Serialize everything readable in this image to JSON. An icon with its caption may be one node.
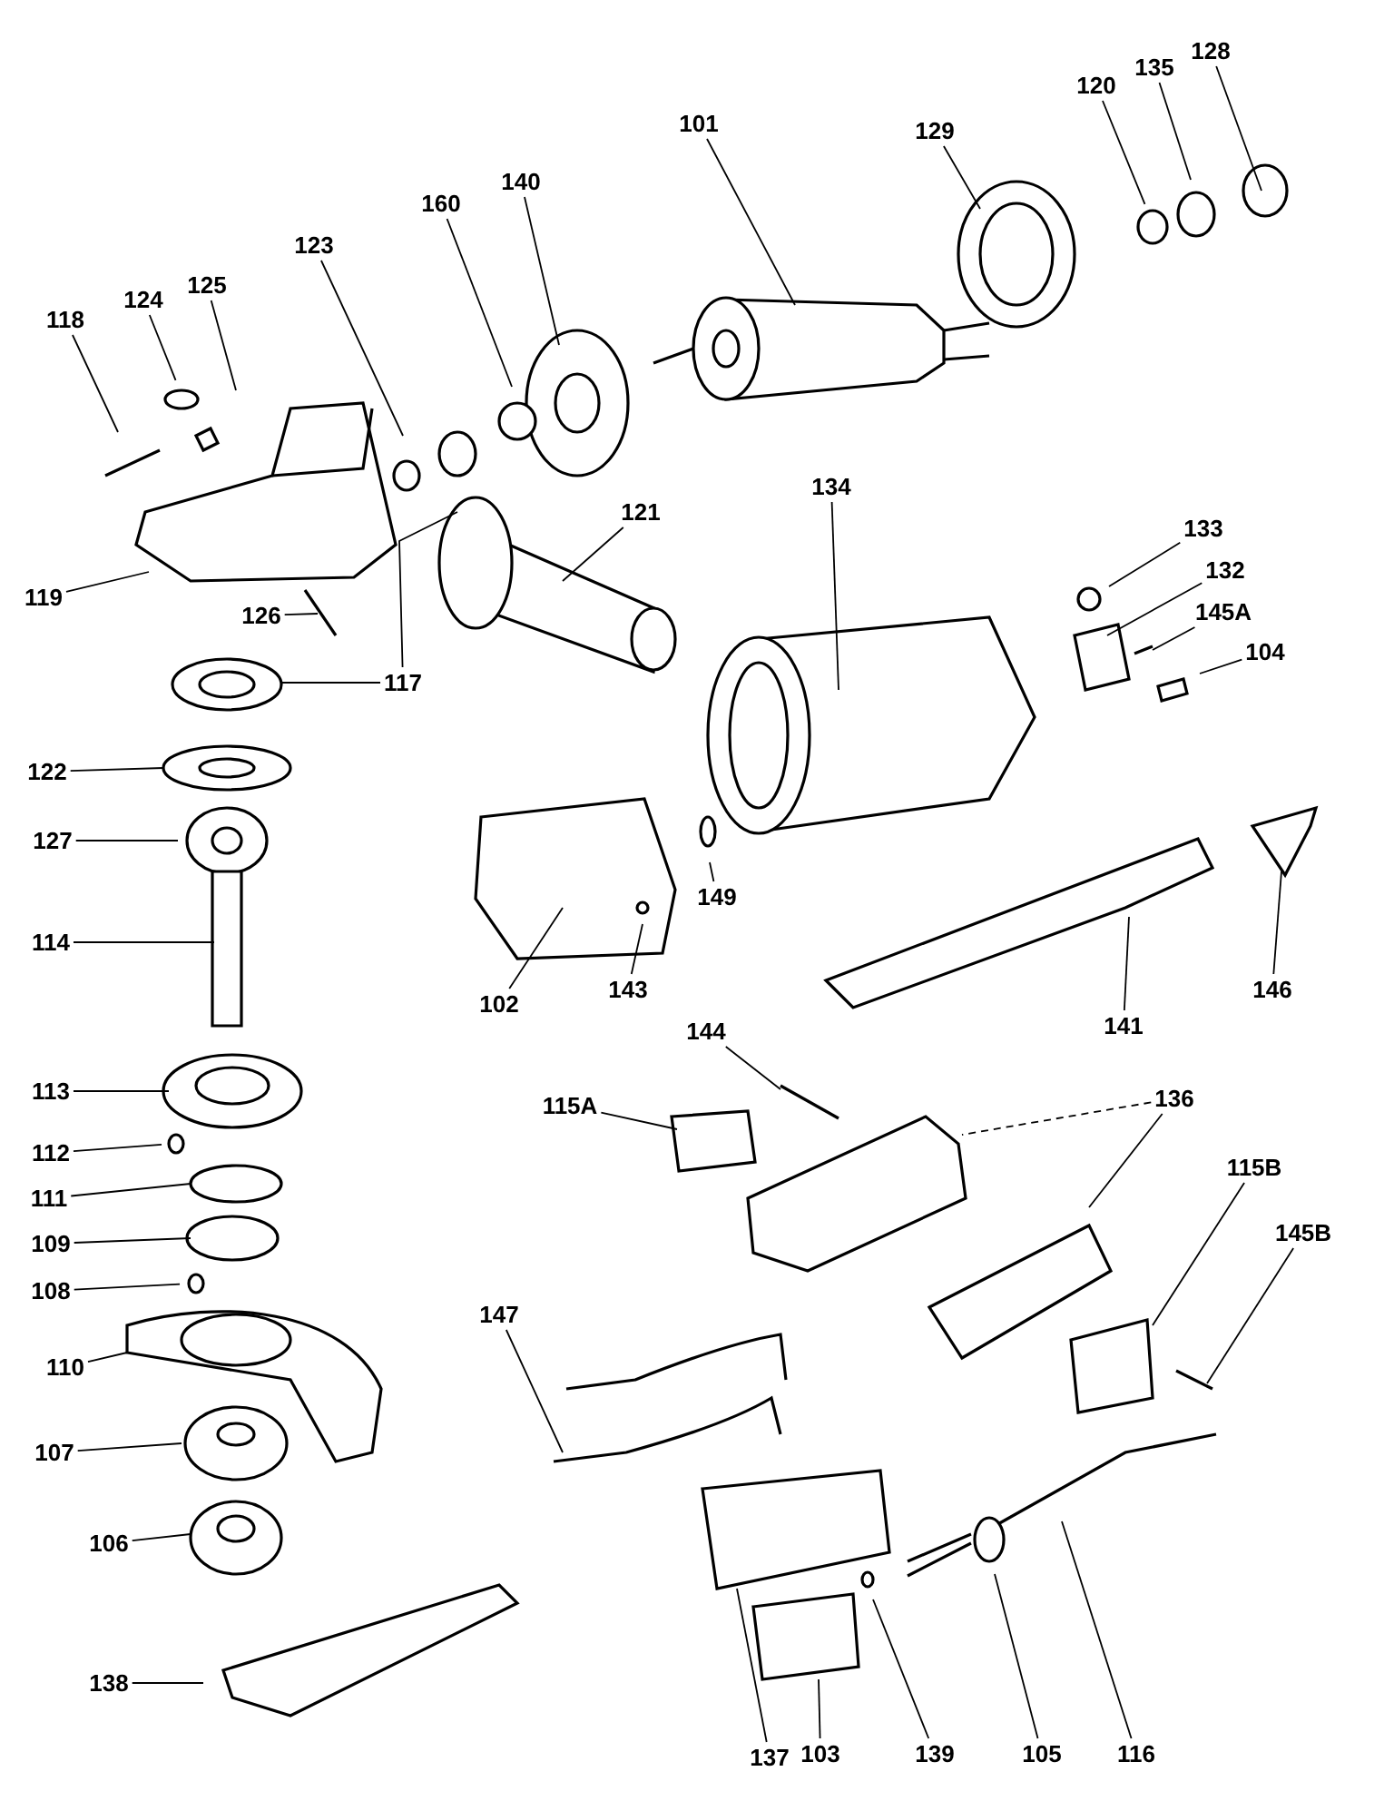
{
  "diagram": {
    "nodes": [
      {
        "text": [
          "128"
        ]
      },
      {
        "text": [
          "135"
        ]
      },
      {
        "text": [
          "120"
        ]
      },
      {
        "text": [
          "101"
        ]
      },
      {
        "text": [
          "129"
        ]
      },
      {
        "text": [
          "140"
        ]
      },
      {
        "text": [
          "160"
        ]
      },
      {
        "text": [
          "123"
        ]
      },
      {
        "text": [
          "125"
        ]
      },
      {
        "text": [
          "124"
        ]
      },
      {
        "text": [
          "118"
        ]
      },
      {
        "text": [
          "134"
        ]
      },
      {
        "text": [
          "121"
        ]
      },
      {
        "text": [
          "133"
        ]
      },
      {
        "text": [
          "132"
        ]
      },
      {
        "text": [
          "119"
        ]
      },
      {
        "text": [
          "145A"
        ]
      },
      {
        "text": [
          "126"
        ]
      },
      {
        "text": [
          "104"
        ]
      },
      {
        "text": [
          "117"
        ]
      },
      {
        "text": [
          "122"
        ]
      },
      {
        "text": [
          "127"
        ]
      },
      {
        "text": [
          "149"
        ]
      },
      {
        "text": [
          "114"
        ]
      },
      {
        "text": [
          "146"
        ]
      },
      {
        "text": [
          "143"
        ]
      },
      {
        "text": [
          "102"
        ]
      },
      {
        "text": [
          "141"
        ]
      },
      {
        "text": [
          "144"
        ]
      },
      {
        "text": [
          "113"
        ]
      },
      {
        "text": [
          "136"
        ]
      },
      {
        "text": [
          "115A"
        ]
      },
      {
        "text": [
          "112"
        ]
      },
      {
        "text": [
          "115B"
        ]
      },
      {
        "text": [
          "111"
        ]
      },
      {
        "text": [
          "145B"
        ]
      },
      {
        "text": [
          "109"
        ]
      },
      {
        "text": [
          "108"
        ]
      },
      {
        "text": [
          "147"
        ]
      },
      {
        "text": [
          "110"
        ]
      },
      {
        "text": [
          "107"
        ]
      },
      {
        "text": [
          "106"
        ]
      },
      {
        "text": [
          "138"
        ]
      },
      {
        "text": [
          "137"
        ]
      },
      {
        "text": [
          "103"
        ]
      },
      {
        "text": [
          "139"
        ]
      },
      {
        "text": [
          "105"
        ]
      },
      {
        "text": [
          "116"
        ]
      }
    ],
    "edges": [
      {
        "from": 0,
        "to": null,
        "arrow": "none"
      },
      {
        "from": 1,
        "to": null,
        "arrow": "none"
      },
      {
        "from": 2,
        "to": null,
        "arrow": "none"
      },
      {
        "from": 3,
        "to": null,
        "arrow": "none"
      },
      {
        "from": 4,
        "to": null,
        "arrow": "none"
      },
      {
        "from": 5,
        "to": null,
        "arrow": "none"
      },
      {
        "from": 6,
        "to": null,
        "arrow": "none"
      },
      {
        "from": 7,
        "to": null,
        "arrow": "none"
      },
      {
        "from": 8,
        "to": null,
        "arrow": "none"
      },
      {
        "from": 9,
        "to": null,
        "arrow": "none"
      },
      {
        "from": 10,
        "to": null,
        "arrow": "none"
      },
      {
        "from": 11,
        "to": null,
        "arrow": "none"
      },
      {
        "from": 12,
        "to": null,
        "arrow": "none"
      },
      {
        "from": 13,
        "to": null,
        "arrow": "none"
      },
      {
        "from": 14,
        "to": null,
        "arrow": "none"
      },
      {
        "from": 15,
        "to": null,
        "arrow": "none"
      },
      {
        "from": 16,
        "to": null,
        "arrow": "none"
      },
      {
        "from": 17,
        "to": null,
        "arrow": "none"
      },
      {
        "from": 18,
        "to": null,
        "arrow": "none"
      },
      {
        "from": 19,
        "to": null,
        "arrow": "none"
      },
      {
        "from": 19,
        "to": null,
        "arrow": "none"
      },
      {
        "from": 20,
        "to": null,
        "arrow": "none"
      },
      {
        "from": 21,
        "to": null,
        "arrow": "none"
      },
      {
        "from": 22,
        "to": null,
        "arrow": "none"
      },
      {
        "from": 23,
        "to": null,
        "arrow": "none"
      },
      {
        "from": 24,
        "to": null,
        "arrow": "none"
      },
      {
        "from": 25,
        "to": null,
        "arrow": "none"
      },
      {
        "from": 26,
        "to": null,
        "arrow": "none"
      },
      {
        "from": 27,
        "to": null,
        "arrow": "none"
      },
      {
        "from": 28,
        "to": null,
        "arrow": "none"
      },
      {
        "from": 29,
        "to": null,
        "arrow": "none"
      },
      {
        "from": 30,
        "to": null,
        "arrow": "none",
        "style": "dashed"
      },
      {
        "from": 30,
        "to": null,
        "arrow": "none"
      },
      {
        "from": 31,
        "to": null,
        "arrow": "none"
      },
      {
        "from": 32,
        "to": null,
        "arrow": "none"
      },
      {
        "from": 33,
        "to": null,
        "arrow": "none"
      },
      {
        "from": 34,
        "to": null,
        "arrow": "none"
      },
      {
        "from": 35,
        "to": null,
        "arrow": "none"
      },
      {
        "from": 36,
        "to": null,
        "arrow": "none"
      },
      {
        "from": 37,
        "to": null,
        "arrow": "none"
      },
      {
        "from": 38,
        "to": null,
        "arrow": "none"
      },
      {
        "from": 39,
        "to": null,
        "arrow": "none"
      },
      {
        "from": 40,
        "to": null,
        "arrow": "none"
      },
      {
        "from": 41,
        "to": null,
        "arrow": "none"
      },
      {
        "from": 42,
        "to": null,
        "arrow": "none"
      },
      {
        "from": 43,
        "to": null,
        "arrow": "none"
      },
      {
        "from": 44,
        "to": null,
        "arrow": "none"
      },
      {
        "from": 45,
        "to": null,
        "arrow": "none"
      },
      {
        "from": 46,
        "to": null,
        "arrow": "none"
      },
      {
        "from": 47,
        "to": null,
        "arrow": "none"
      }
    ]
  }
}
